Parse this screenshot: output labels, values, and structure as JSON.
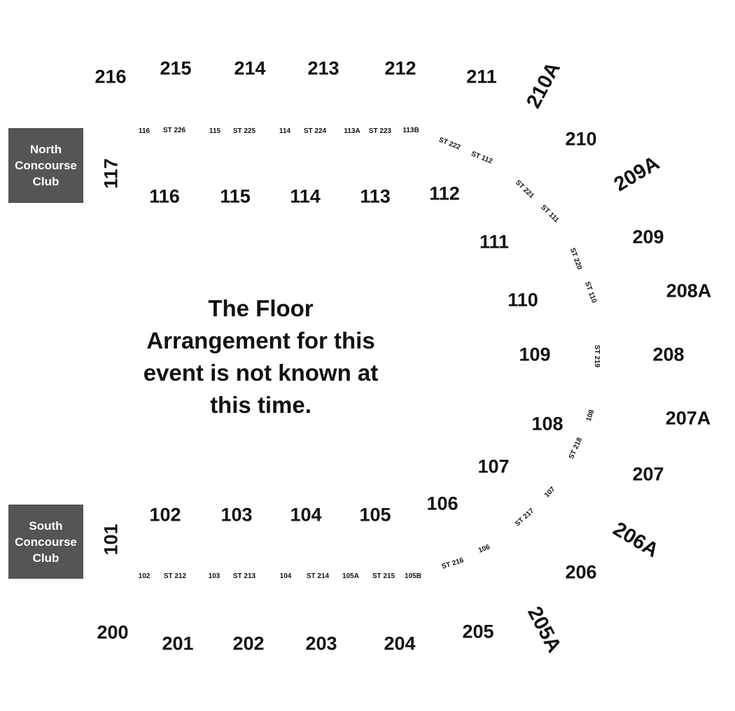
{
  "clubs": {
    "north": [
      "North",
      "Concourse",
      "Club"
    ],
    "south": [
      "South",
      "Concourse",
      "Club"
    ]
  },
  "floor_message": [
    "The Floor",
    "Arrangement for this",
    "event is not known at",
    "this time."
  ],
  "upper_north": [
    "216",
    "215",
    "214",
    "213",
    "212",
    "211",
    "210A"
  ],
  "lower_north": [
    "117",
    "116",
    "115",
    "114",
    "113",
    "112"
  ],
  "north_rail": [
    "116",
    "ST 226",
    "115",
    "ST 225",
    "114",
    "ST 224",
    "113A",
    "ST 223",
    "113B"
  ],
  "east_lower": [
    "111",
    "110",
    "109",
    "108",
    "107"
  ],
  "east_upper": [
    "210",
    "209A",
    "209",
    "208A",
    "208",
    "207A",
    "207",
    "206A",
    "206"
  ],
  "east_rail": [
    "ST 222",
    "ST 112",
    "ST 221",
    "ST 111",
    "ST 220",
    "ST 110",
    "ST 219",
    "108",
    "ST 218",
    "107",
    "ST 217",
    "106",
    "ST 216"
  ],
  "lower_south": [
    "101",
    "102",
    "103",
    "104",
    "105",
    "106"
  ],
  "south_rail": [
    "102",
    "ST 212",
    "103",
    "ST 213",
    "104",
    "ST 214",
    "105A",
    "ST 215",
    "105B"
  ],
  "upper_south": [
    "200",
    "201",
    "202",
    "203",
    "204",
    "205",
    "205A"
  ]
}
